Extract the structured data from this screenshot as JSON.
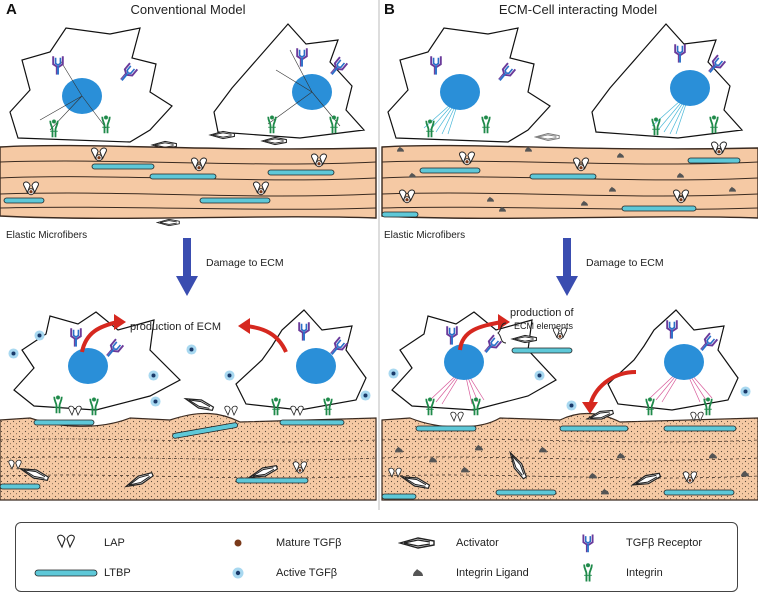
{
  "panels": [
    {
      "letter": "A",
      "title": "Conventional Model",
      "fiber_label": "Elastic Microfibers",
      "arrow_label": "Damage to ECM",
      "production_label": "production of ECM"
    },
    {
      "letter": "B",
      "title": "ECM-Cell interacting Model",
      "fiber_label": "Elastic Microfibers",
      "arrow_label": "Damage to ECM",
      "production_label_line1": "production of",
      "production_label_line2": "ECM elements"
    }
  ],
  "legend": [
    {
      "icon": "lap-icon",
      "label": "LAP"
    },
    {
      "icon": "mature-tgfb-icon",
      "label": "Mature TGFβ"
    },
    {
      "icon": "activator-icon",
      "label": "Activator"
    },
    {
      "icon": "tgfb-receptor-icon",
      "label": "TGFβ Receptor"
    },
    {
      "icon": "ltbp-icon",
      "label": "LTBP"
    },
    {
      "icon": "active-tgfb-icon",
      "label": "Active TGFβ"
    },
    {
      "icon": "integrin-ligand-icon",
      "label": "Integrin Ligand"
    },
    {
      "icon": "integrin-icon",
      "label": "Integrin"
    }
  ],
  "colors": {
    "tissue": "#f5c9a4",
    "tissue_stroke": "#3a2a20",
    "nucleus": "#2a8fd8",
    "ltbp": "#5ec8d8",
    "damage_arrow": "#3a4db0",
    "production_arrow": "#d6281f",
    "receptor_purple": "#6a3a9a",
    "receptor_blue": "#2a6fc8",
    "integrin": "#1f8a4a",
    "mature_tgfb": "#7a3a1a",
    "active_tgfb_halo": "#a8d8f0",
    "active_tgfb_core": "#1a3a6a",
    "ligand": "#555555",
    "hatch_blue": "#4ab8d8",
    "hatch_pink": "#d85a9a"
  }
}
